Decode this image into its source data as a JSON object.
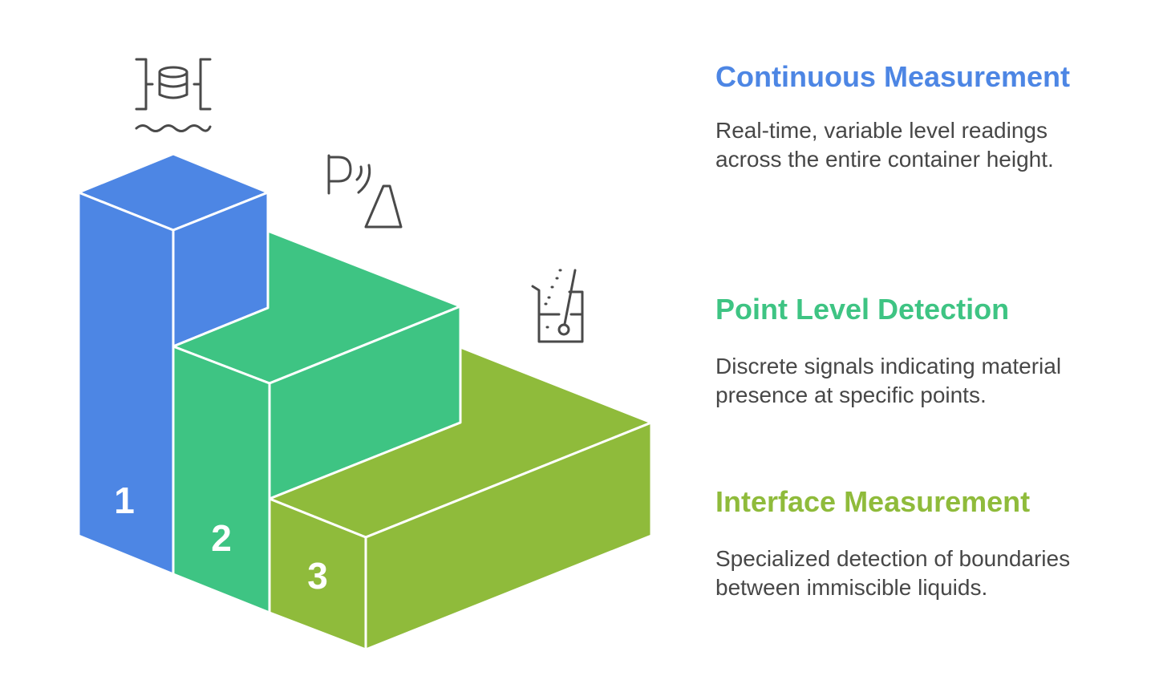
{
  "steps": [
    {
      "number": "1",
      "title": "Continuous Measurement",
      "description": "Real-time, variable level readings across the entire container height.",
      "icon": "database-water-level-icon",
      "color": "#4d86e4"
    },
    {
      "number": "2",
      "title": "Point Level Detection",
      "description": "Discrete signals indicating material presence at specific points.",
      "icon": "point-sensor-signal-icon",
      "color": "#3ec483"
    },
    {
      "number": "3",
      "title": "Interface Measurement",
      "description": "Specialized detection of boundaries between immiscible liquids.",
      "icon": "beaker-probe-icon",
      "color": "#8fbb3b"
    }
  ],
  "palette": {
    "blue": "#4d86e4",
    "green": "#3ec483",
    "olive": "#8fbb3b",
    "icon": "#4a4a4a",
    "text": "#474747"
  }
}
